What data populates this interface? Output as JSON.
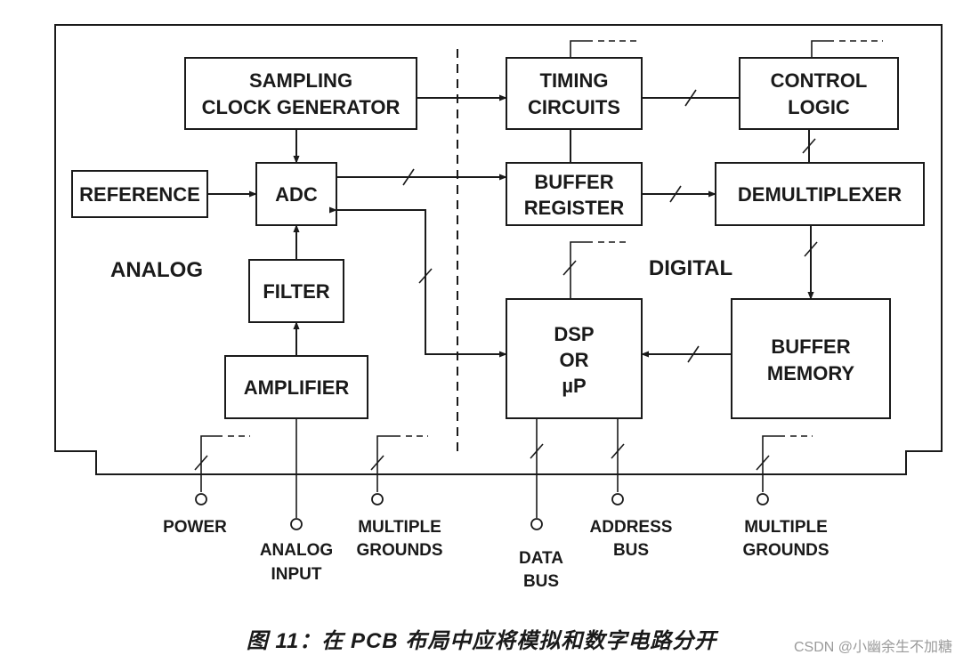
{
  "blocks": {
    "sampling_clock": [
      "SAMPLING",
      "CLOCK GENERATOR"
    ],
    "timing": [
      "TIMING",
      "CIRCUITS"
    ],
    "control": [
      "CONTROL",
      "LOGIC"
    ],
    "reference": "REFERENCE",
    "adc": "ADC",
    "buffer_register": [
      "BUFFER",
      "REGISTER"
    ],
    "demux": "DEMULTIPLEXER",
    "filter": "FILTER",
    "amplifier": "AMPLIFIER",
    "dsp": [
      "DSP",
      "OR",
      "µP"
    ],
    "buffer_memory": [
      "BUFFER",
      "MEMORY"
    ]
  },
  "regions": {
    "analog": "ANALOG",
    "digital": "DIGITAL"
  },
  "terminals": {
    "power": "POWER",
    "analog_input": [
      "ANALOG",
      "INPUT"
    ],
    "analog_grounds": [
      "MULTIPLE",
      "GROUNDS"
    ],
    "data_bus": [
      "DATA",
      "BUS"
    ],
    "address_bus": [
      "ADDRESS",
      "BUS"
    ],
    "digital_grounds": [
      "MULTIPLE",
      "GROUNDS"
    ]
  },
  "caption": "图 11：在 PCB 布局中应将模拟和数字电路分开",
  "watermark": "CSDN @小幽余生不加糖"
}
